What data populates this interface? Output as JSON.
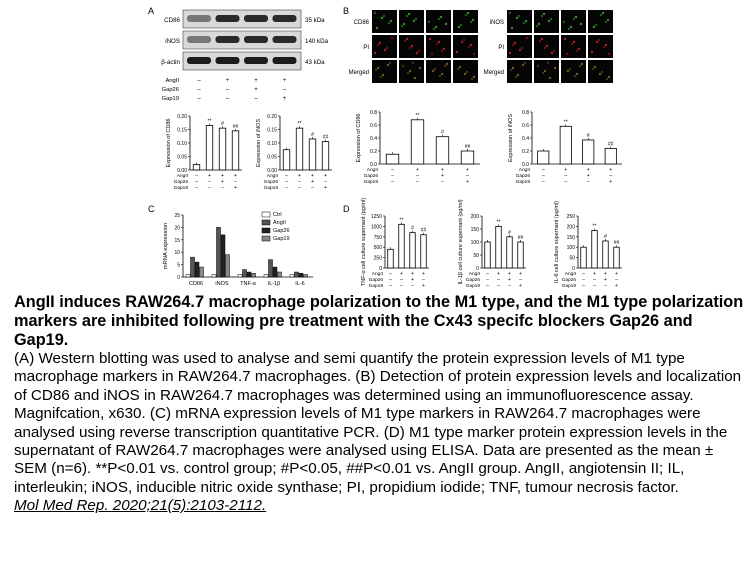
{
  "figure": {
    "panelA": {
      "letter": "A",
      "blots": [
        {
          "name": "CD86",
          "kda": "35 kDa"
        },
        {
          "name": "iNOS",
          "kda": "140 kDa"
        },
        {
          "name": "β-actin",
          "kda": "43 kDa"
        }
      ],
      "treatments": [
        {
          "name": "AngII",
          "signs": [
            "–",
            "+",
            "+",
            "+"
          ]
        },
        {
          "name": "Gap26",
          "signs": [
            "–",
            "–",
            "+",
            "–"
          ]
        },
        {
          "name": "Gap19",
          "signs": [
            "–",
            "–",
            "–",
            "+"
          ]
        }
      ],
      "charts": [
        {
          "ylabel": "Expression of CD86",
          "yticks": [
            "0.00",
            "0.05",
            "0.10",
            "0.15",
            "0.20"
          ],
          "values": [
            0.02,
            0.165,
            0.155,
            0.145
          ],
          "ylim": [
            0,
            0.2
          ],
          "marks": [
            "",
            "**",
            "#",
            "##"
          ]
        },
        {
          "ylabel": "Expression of iNOS",
          "yticks": [
            "0.00",
            "0.05",
            "0.10",
            "0.15",
            "0.20"
          ],
          "values": [
            0.075,
            0.155,
            0.115,
            0.105
          ],
          "ylim": [
            0,
            0.2
          ],
          "marks": [
            "",
            "**",
            "#",
            "##"
          ]
        }
      ]
    },
    "panelB": {
      "letter": "B",
      "rows_left": [
        "CD86",
        "PI",
        "Merged"
      ],
      "rows_right": [
        "iNOS",
        "PI",
        "Merged"
      ],
      "charts": [
        {
          "ylabel": "Expression of CD86",
          "yticks": [
            "0.0",
            "0.2",
            "0.4",
            "0.6",
            "0.8"
          ],
          "values": [
            0.15,
            0.68,
            0.42,
            0.2
          ],
          "ylim": [
            0,
            0.8
          ],
          "marks": [
            "",
            "**",
            "#",
            "##"
          ]
        },
        {
          "ylabel": "Expression of iNOS",
          "yticks": [
            "0.0",
            "0.2",
            "0.4",
            "0.6",
            "0.8"
          ],
          "values": [
            0.2,
            0.58,
            0.37,
            0.24
          ],
          "ylim": [
            0,
            0.8
          ],
          "marks": [
            "",
            "**",
            "#",
            "##"
          ]
        }
      ]
    },
    "panelC": {
      "letter": "C",
      "ylabel": "mRNA expression",
      "yticks": [
        "0",
        "5",
        "10",
        "15",
        "20",
        "25"
      ],
      "legend": [
        "Ctrl",
        "AngII",
        "Gap26",
        "Gap19"
      ],
      "categories": [
        "CD86",
        "iNOS",
        "TNF-α",
        "IL-1β",
        "IL-6"
      ],
      "series_colors": [
        "#ffffff",
        "#555555",
        "#222222",
        "#888888"
      ],
      "values": [
        [
          1,
          8,
          6,
          4
        ],
        [
          1,
          20,
          17,
          9
        ],
        [
          1,
          3,
          2,
          1.5
        ],
        [
          1,
          7,
          4,
          2
        ],
        [
          1,
          2,
          1.5,
          1
        ]
      ],
      "ylim": [
        0,
        25
      ]
    },
    "panelD": {
      "letter": "D",
      "charts": [
        {
          "ylabel": "TNF-α cell culture supernant (pg/ml)",
          "yticks": [
            "0",
            "250",
            "500",
            "750",
            "1000",
            "1250"
          ],
          "values": [
            450,
            1050,
            850,
            800
          ],
          "ylim": [
            0,
            1250
          ]
        },
        {
          "ylabel": "IL-1β cell culture supernant (pg/ml)",
          "yticks": [
            "0",
            "50",
            "100",
            "150",
            "200"
          ],
          "values": [
            100,
            160,
            120,
            100
          ],
          "ylim": [
            0,
            200
          ]
        },
        {
          "ylabel": "IL-6 cell culture supernant (pg/ml)",
          "yticks": [
            "0",
            "50",
            "100",
            "150",
            "200",
            "250"
          ],
          "values": [
            100,
            180,
            130,
            100
          ],
          "ylim": [
            0,
            250
          ]
        }
      ]
    }
  },
  "caption": {
    "title": "AngII induces RAW264.7 macrophage polarization to the M1 type, and the M1 type polarization markers are inhibited following pre treatment with the Cx43 specifc blockers Gap26 and Gap19.",
    "body": "(A) Western blotting was used to analyse and semi quantify the protein expression levels of M1 type macrophage markers in RAW264.7 macrophages. (B) Detection of protein expression levels and localization of CD86 and iNOS in RAW264.7 macrophages was determined using an immunofluorescence assay. Magnifcation, x630. (C) mRNA expression levels of M1 type markers in RAW264.7 macrophages were analysed using reverse transcription quantitative PCR. (D) M1 type marker protein expression levels in the supernatant of RAW264.7 macrophages were analysed using ELISA. Data are presented as the mean ± SEM (n=6). **P<0.01 vs. control group; #P<0.05, ##P<0.01 vs. AngII group. AngII, angiotensin II; IL, interleukin; iNOS, inducible nitric oxide synthase; PI, propidium iodide; TNF, tumour necrosis factor.",
    "citation": "Mol Med Rep. 2020;21(5):2103-2112."
  }
}
